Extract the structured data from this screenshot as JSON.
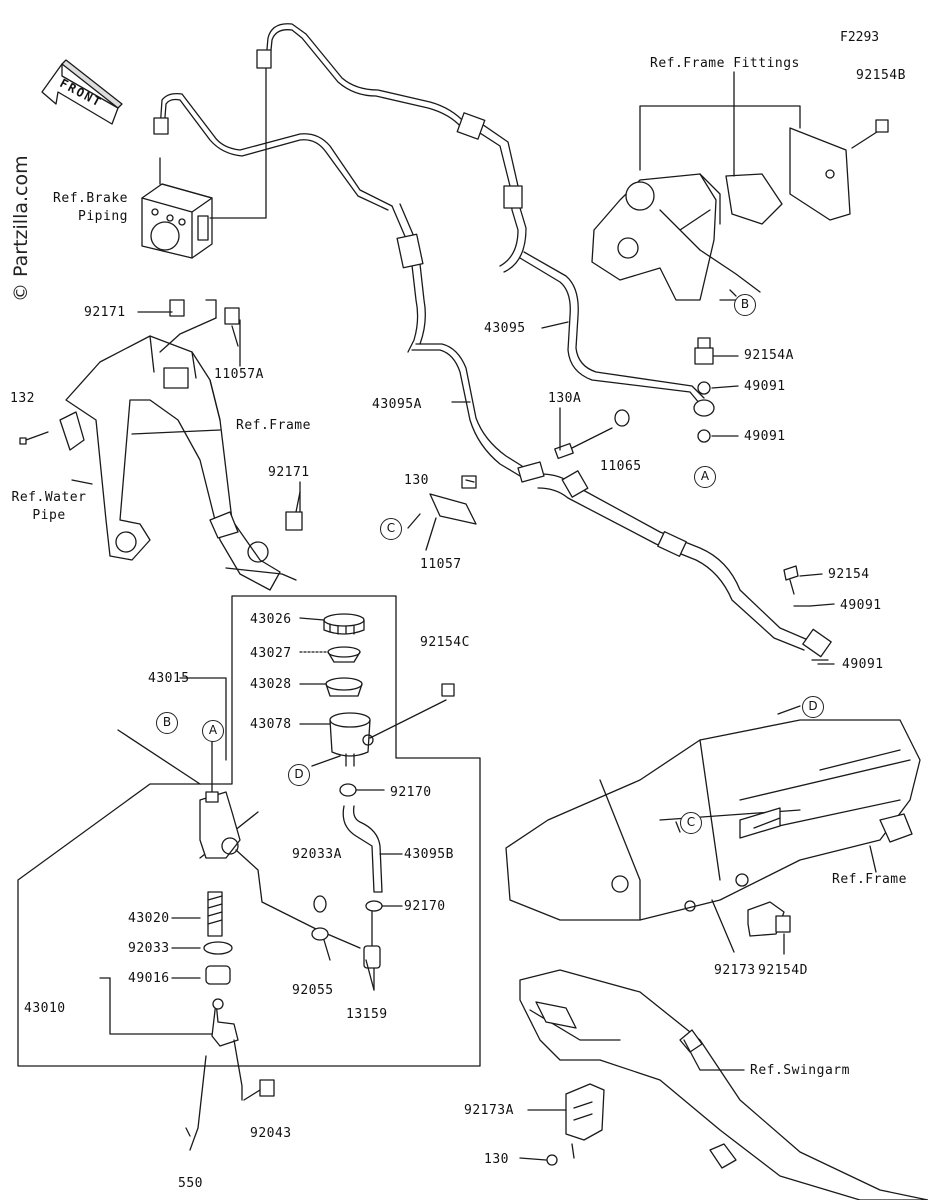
{
  "diagram_id": "F2293",
  "watermark": "© Partzilla.com",
  "front_label": "FRONT",
  "refs": {
    "frame_fittings": "Ref.Frame Fittings",
    "brake_piping_1": "Ref.Brake",
    "brake_piping_2": "Piping",
    "frame_top": "Ref.Frame",
    "water_pipe_1": "Ref.Water",
    "water_pipe_2": "Pipe",
    "frame_right": "Ref.Frame",
    "swingarm": "Ref.Swingarm"
  },
  "parts": {
    "p92154B": "92154B",
    "p92171a": "92171",
    "p11057A": "11057A",
    "p132": "132",
    "p92171b": "92171",
    "p43095": "43095",
    "p92154A": "92154A",
    "p49091a": "49091",
    "p49091b": "49091",
    "p43095A": "43095A",
    "p130A": "130A",
    "p11065": "11065",
    "p130": "130",
    "p11057": "11057",
    "p92154": "92154",
    "p49091c": "49091",
    "p49091d": "49091",
    "p43026": "43026",
    "p43027": "43027",
    "p43028": "43028",
    "p43078": "43078",
    "p43015": "43015",
    "p92154C": "92154C",
    "p92170a": "92170",
    "p92033A": "92033A",
    "p43095B": "43095B",
    "p92170b": "92170",
    "p43020": "43020",
    "p92033": "92033",
    "p49016": "49016",
    "p92055": "92055",
    "p13159": "13159",
    "p43010": "43010",
    "p92043": "92043",
    "p550": "550",
    "p92173": "92173",
    "p92154D": "92154D",
    "p92173A": "92173A",
    "p130b": "130"
  },
  "callouts": {
    "A": "A",
    "B": "B",
    "C": "C",
    "D": "D"
  }
}
